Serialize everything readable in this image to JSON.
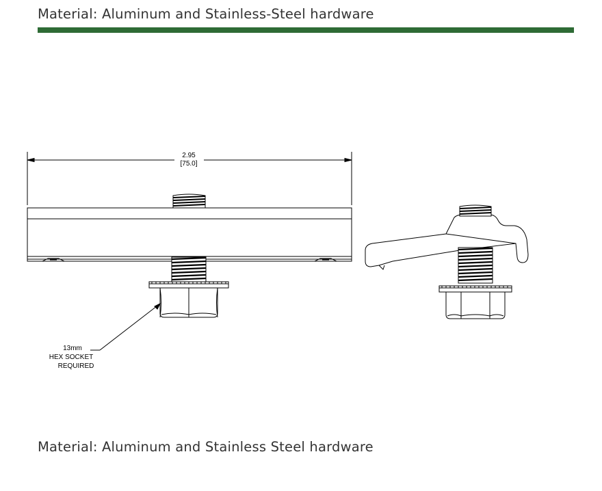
{
  "header": {
    "title": "Material: Aluminum and Stainless-Steel hardware",
    "rule_color": "#2e6b35"
  },
  "drawing": {
    "dimension": {
      "inches": "2.95",
      "millimeters": "[75.0]"
    },
    "callout": {
      "line1": "13mm",
      "line2": "HEX SOCKET",
      "line3": "REQUIRED"
    }
  },
  "footer": {
    "caption": "Material: Aluminum and Stainless Steel hardware"
  }
}
